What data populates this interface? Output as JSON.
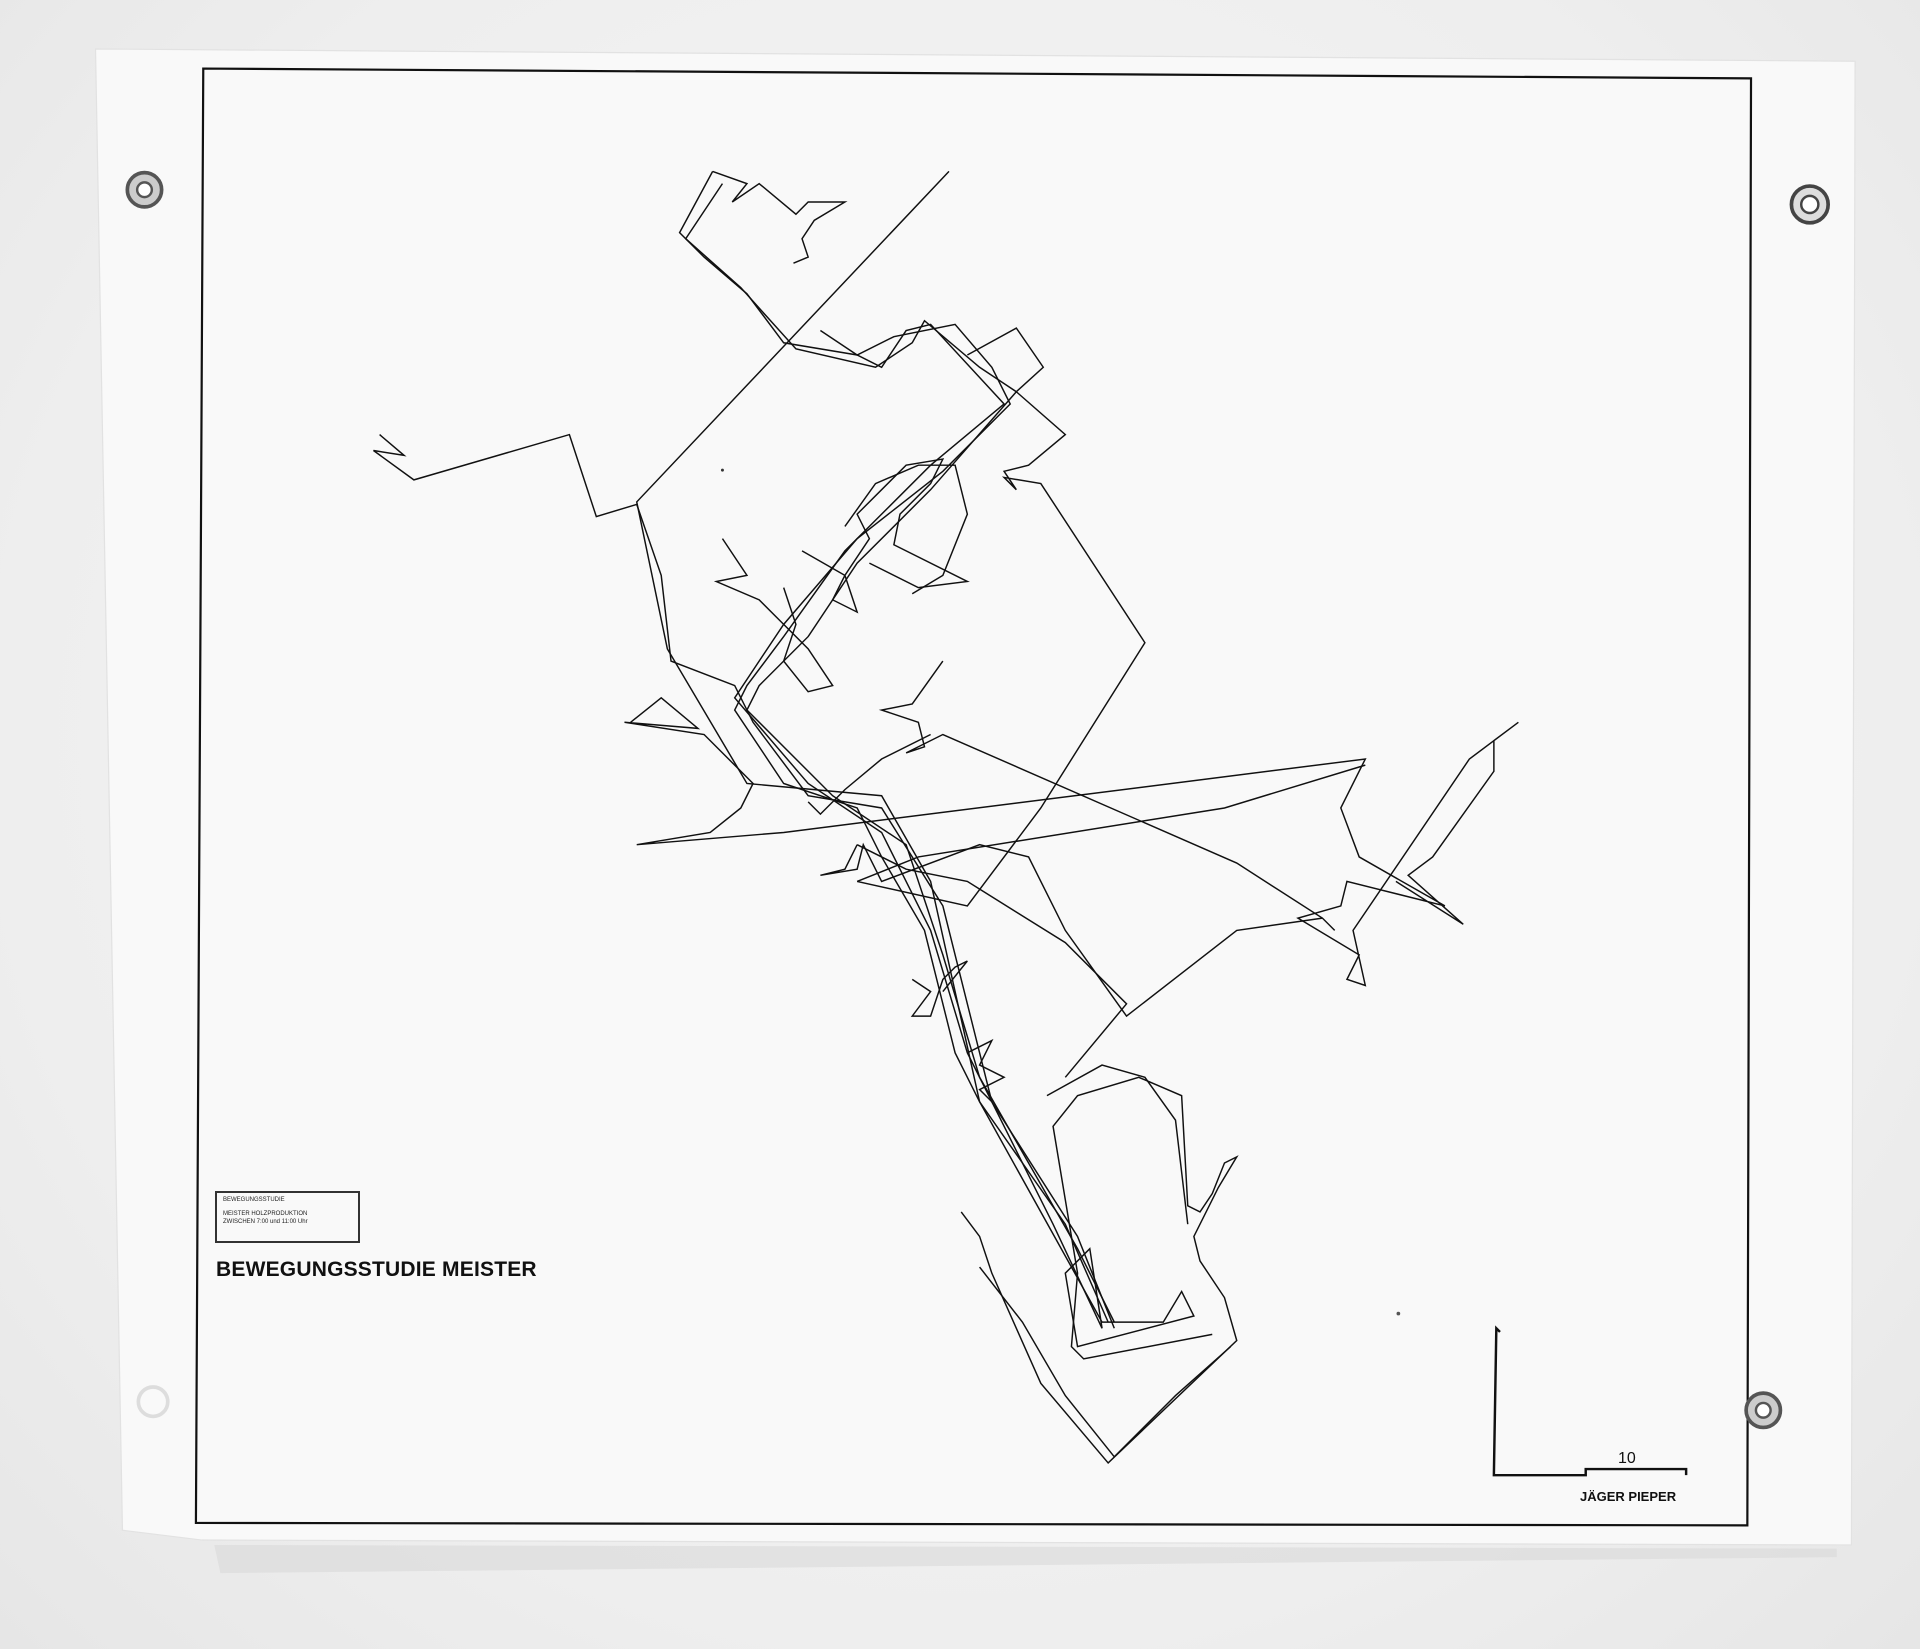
{
  "title": "BEWEGUNGSSTUDIE MEISTER",
  "legend_box": {
    "heading": "BEWEGUNGSSTUDIE",
    "line1": "MEISTER HOLZPRODUKTION",
    "line2": "ZWISCHEN 7:00 und 11:00 Uhr"
  },
  "scale_bar": {
    "label": "10"
  },
  "author": "JÄGER PIEPER",
  "colors": {
    "ink": "#111111",
    "paper": "#f7f7f7",
    "wall": "#eeeeee"
  }
}
